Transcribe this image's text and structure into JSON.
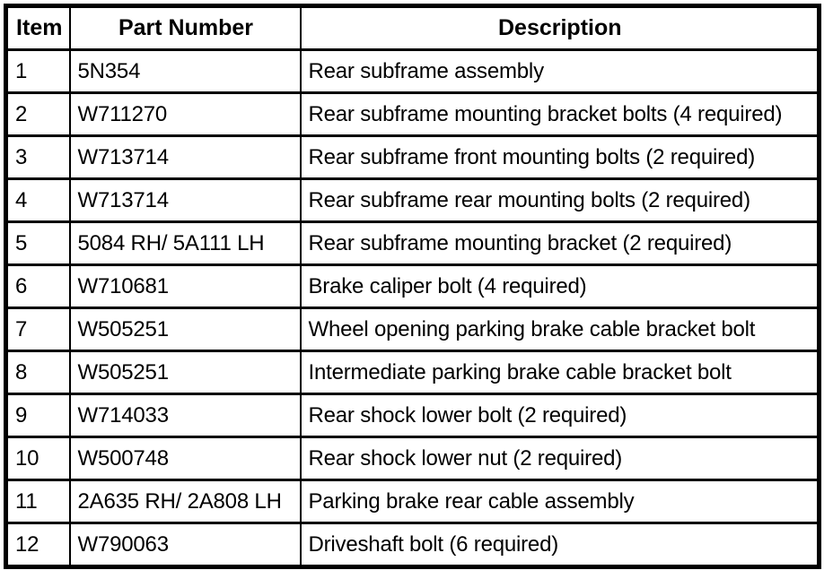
{
  "table": {
    "headers": [
      "Item",
      "Part Number",
      "Description"
    ],
    "rows": [
      [
        "1",
        "5N354",
        "Rear subframe assembly"
      ],
      [
        "2",
        "W711270",
        "Rear subframe mounting bracket bolts (4 required)"
      ],
      [
        "3",
        "W713714",
        "Rear subframe front mounting bolts (2 required)"
      ],
      [
        "4",
        "W713714",
        "Rear subframe rear mounting bolts (2 required)"
      ],
      [
        "5",
        "5084 RH/ 5A111 LH",
        "Rear subframe mounting bracket (2 required)"
      ],
      [
        "6",
        "W710681",
        "Brake caliper bolt (4 required)"
      ],
      [
        "7",
        "W505251",
        "Wheel opening parking brake cable bracket bolt"
      ],
      [
        "8",
        "W505251",
        "Intermediate parking brake cable bracket bolt"
      ],
      [
        "9",
        "W714033",
        "Rear shock lower bolt (2 required)"
      ],
      [
        "10",
        "W500748",
        "Rear shock lower nut (2 required)"
      ],
      [
        "11",
        "2A635 RH/ 2A808 LH",
        "Parking brake rear cable assembly"
      ],
      [
        "12",
        "W790063",
        "Driveshaft bolt (6 required)"
      ]
    ]
  },
  "colors": {
    "border": "#000000",
    "background": "#ffffff",
    "text": "#000000"
  }
}
